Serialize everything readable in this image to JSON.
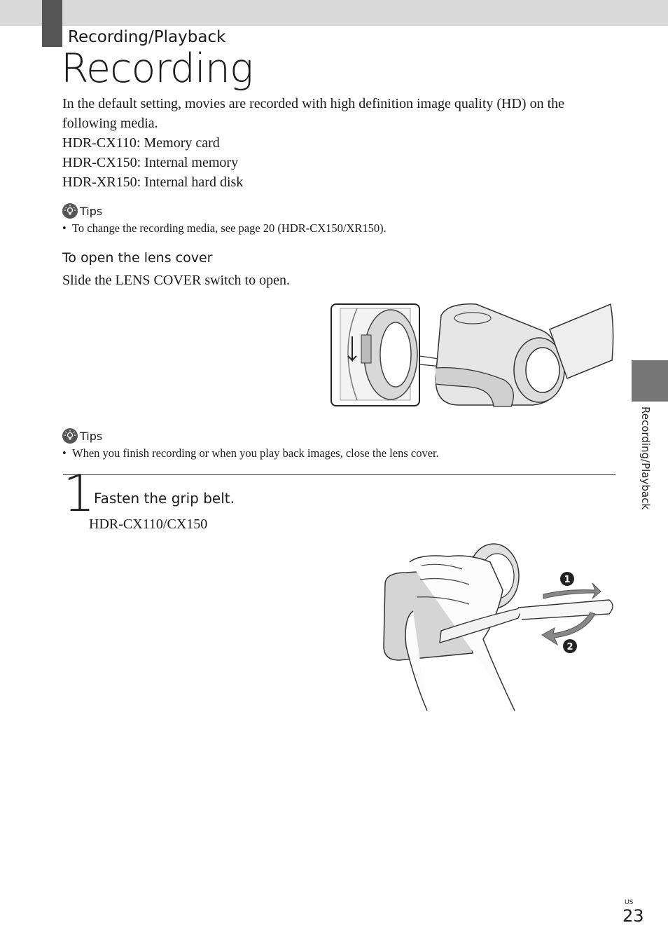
{
  "header": {
    "section": "Recording/Playback",
    "title": "Recording"
  },
  "intro": {
    "lines": [
      "In the default setting, movies are recorded with high definition image quality (HD) on the following media.",
      "HDR-CX110: Memory card",
      "HDR-CX150: Internal memory",
      "HDR-XR150: Internal hard disk"
    ]
  },
  "tips1": {
    "label": "Tips",
    "item": "To change the recording media, see page 20  (HDR-CX150/XR150)."
  },
  "lens_cover": {
    "heading": "To open the lens cover",
    "instruction": "Slide the LENS COVER switch to open."
  },
  "tips2": {
    "label": "Tips",
    "item": "When you finish recording or when you play back images, close the lens cover."
  },
  "step1": {
    "number": "1",
    "title": "Fasten the grip belt.",
    "models": "HDR-CX110/CX150",
    "callouts": [
      "1",
      "2"
    ]
  },
  "side_tab": {
    "label": "Recording/Playback"
  },
  "footer": {
    "region": "US",
    "page": "23"
  },
  "icons": [
    "tips-icon",
    "camcorder-illustration",
    "hand-grip-illustration"
  ]
}
